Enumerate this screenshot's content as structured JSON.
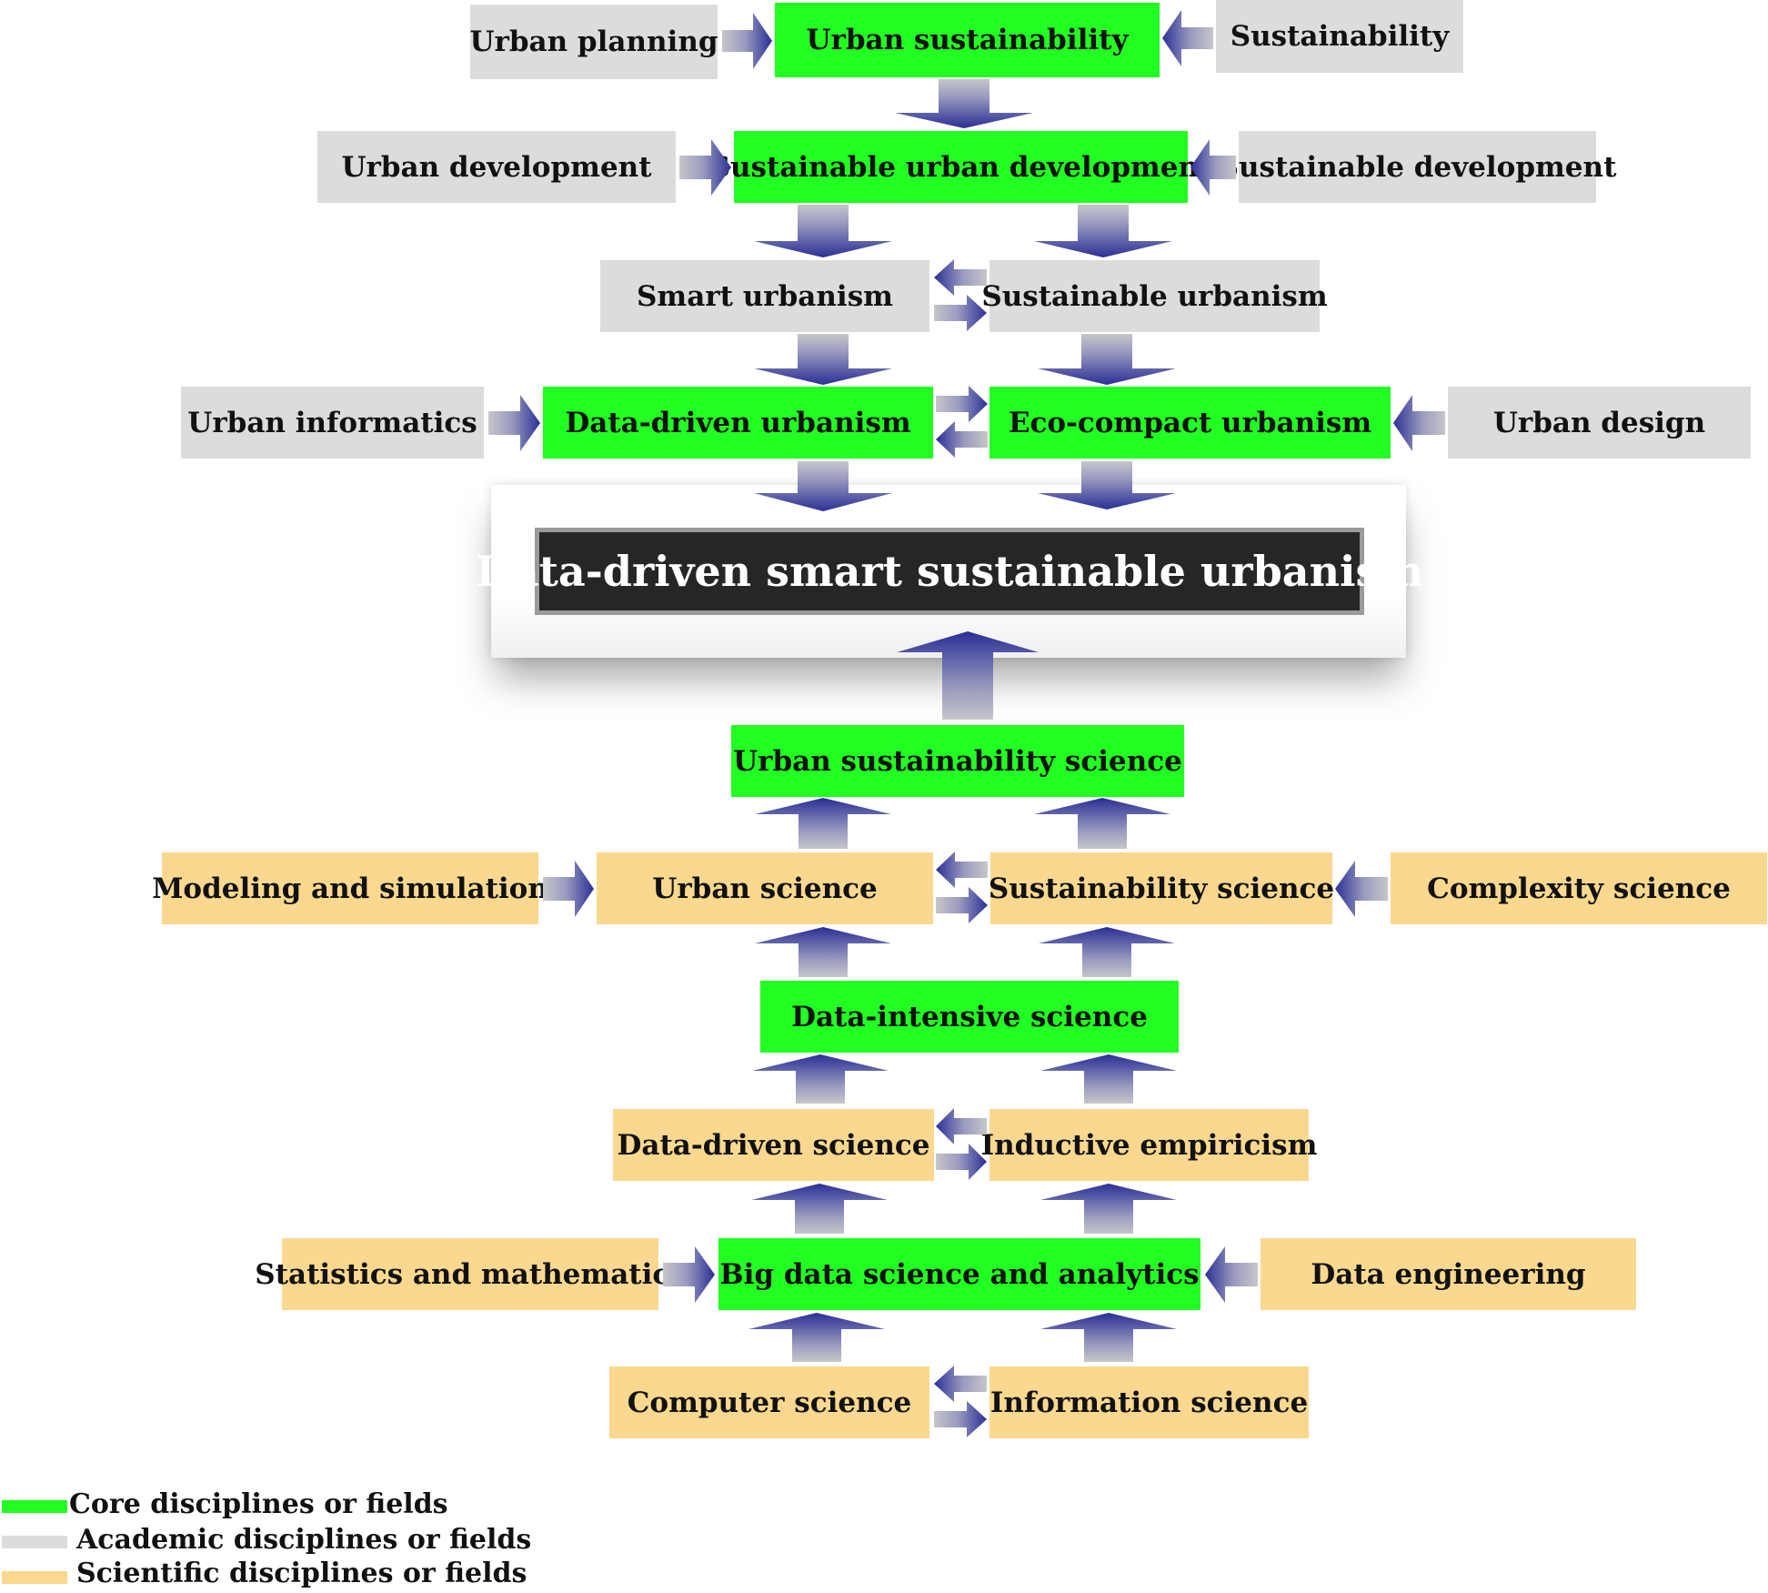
{
  "colors": {
    "core": "#22ff22",
    "academic": "#dcdcdc",
    "scientific": "#fad88f",
    "arrow_dark": "#2b2f95",
    "arrow_light": "#c4c4c8"
  },
  "nodes": {
    "urban_planning": "Urban planning",
    "urban_sustainability": "Urban sustainability",
    "sustainability": "Sustainability",
    "urban_development": "Urban development",
    "sustainable_urban_development": "Sustainable urban development",
    "sustainable_development": "Sustainable development",
    "smart_urbanism": "Smart urbanism",
    "sustainable_urbanism": "Sustainable urbanism",
    "urban_informatics": "Urban informatics",
    "data_driven_urbanism": "Data-driven urbanism",
    "eco_compact_urbanism": "Eco-compact urbanism",
    "urban_design": "Urban design",
    "central_title": "Data-driven smart sustainable urbanism",
    "urban_sustainability_science": "Urban sustainability science",
    "modeling_and_simulation": "Modeling and simulation",
    "urban_science": "Urban science",
    "sustainability_science": "Sustainability science",
    "complexity_science": "Complexity science",
    "data_intensive_science": "Data-intensive science",
    "data_driven_science": "Data-driven science",
    "inductive_empiricism": "Inductive empiricism",
    "statistics_and_mathematics": "Statistics and mathematics",
    "big_data_science": "Big data science and analytics",
    "data_engineering": "Data engineering",
    "computer_science": "Computer science",
    "information_science": "Information  science"
  },
  "legend": {
    "core": "Core disciplines or fields",
    "academic": "Academic disciplines or fields",
    "scientific": "Scientific disciplines or fields"
  }
}
